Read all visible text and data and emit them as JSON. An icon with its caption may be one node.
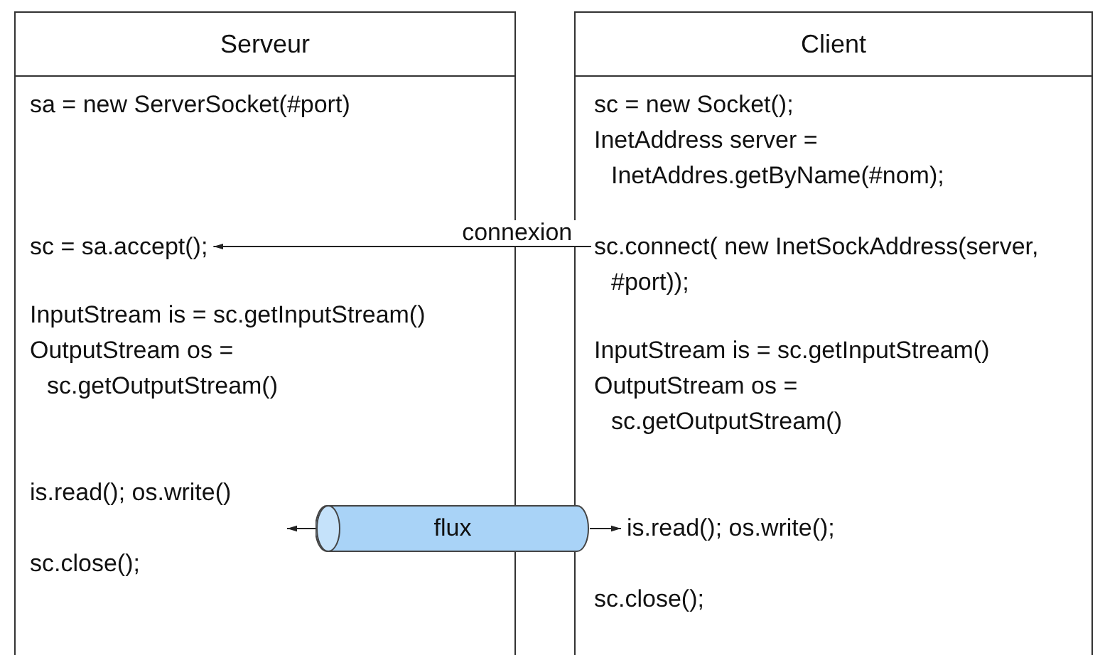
{
  "diagram": {
    "nodes": [
      {
        "text": [
          "Serveur"
        ]
      },
      {
        "text": [
          "sa = new ServerSocket(#port)"
        ],
        "in": 0
      },
      {
        "text": [
          "sc = sa.accept();"
        ],
        "in": 0
      },
      {
        "text": [
          "InputStream is = sc.getInputStream()"
        ],
        "in": 0
      },
      {
        "text": [
          "OutputStream os = sc.getOutputStream()"
        ],
        "in": 0
      },
      {
        "text": [
          "is.read(); os.write()"
        ],
        "in": 0
      },
      {
        "text": [
          "sc.close();"
        ],
        "in": 0
      },
      {
        "text": [
          "Client"
        ]
      },
      {
        "text": [
          "sc = new Socket();"
        ],
        "in": 7
      },
      {
        "text": [
          "InetAddress server = InetAddres.getByName(#nom);"
        ],
        "in": 7
      },
      {
        "text": [
          "sc.connect( new InetSockAddress(server, #port));"
        ],
        "in": 7
      },
      {
        "text": [
          "InputStream is = sc.getInputStream()"
        ],
        "in": 7
      },
      {
        "text": [
          "OutputStream os = sc.getOutputStream()"
        ],
        "in": 7
      },
      {
        "text": [
          "is.read(); os.write();"
        ],
        "in": 7
      },
      {
        "text": [
          "sc.close();"
        ],
        "in": 7
      },
      {
        "text": [
          "flux"
        ]
      }
    ],
    "edges": [
      {
        "from": 10,
        "to": 2,
        "arrow": "to",
        "label": "connexion"
      },
      {
        "from": 15,
        "to": null,
        "arrow": "to"
      },
      {
        "from": 15,
        "to": 13,
        "arrow": "to"
      }
    ]
  }
}
